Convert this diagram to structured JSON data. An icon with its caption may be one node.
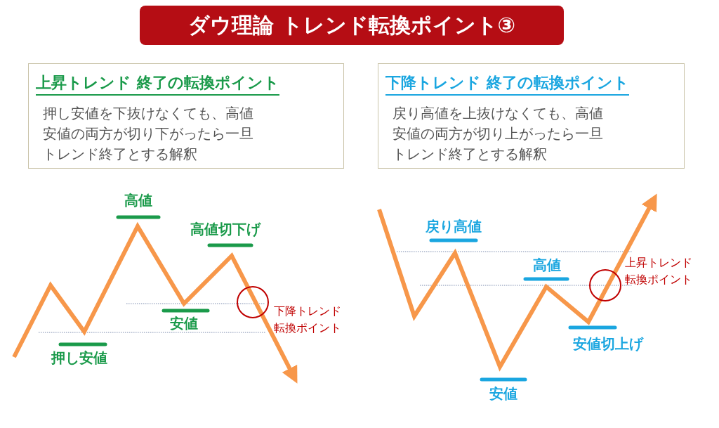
{
  "diagram": {
    "title": "ダウ理論 トレンド転換ポイント③",
    "nodes": [
      {
        "text": [
          "上昇トレンド 終了の転換ポイント",
          "押し安値を下抜けなくても、高値安値の両方が切り下がったら一旦トレンド終了とする解釈"
        ]
      },
      {
        "text": [
          "下降トレンド 終了の転換ポイント",
          "戻り高値を上抜けなくても、高値安値の両方が切り上がったら一旦トレンド終了とする解釈"
        ]
      }
    ],
    "edges": [],
    "labels": [
      "高値",
      "高値切下げ",
      "安値",
      "押し安値",
      "下降トレンド転換ポイント",
      "戻り高値",
      "高値",
      "上昇トレンド転換ポイント",
      "安値切上げ",
      "安値"
    ]
  }
}
